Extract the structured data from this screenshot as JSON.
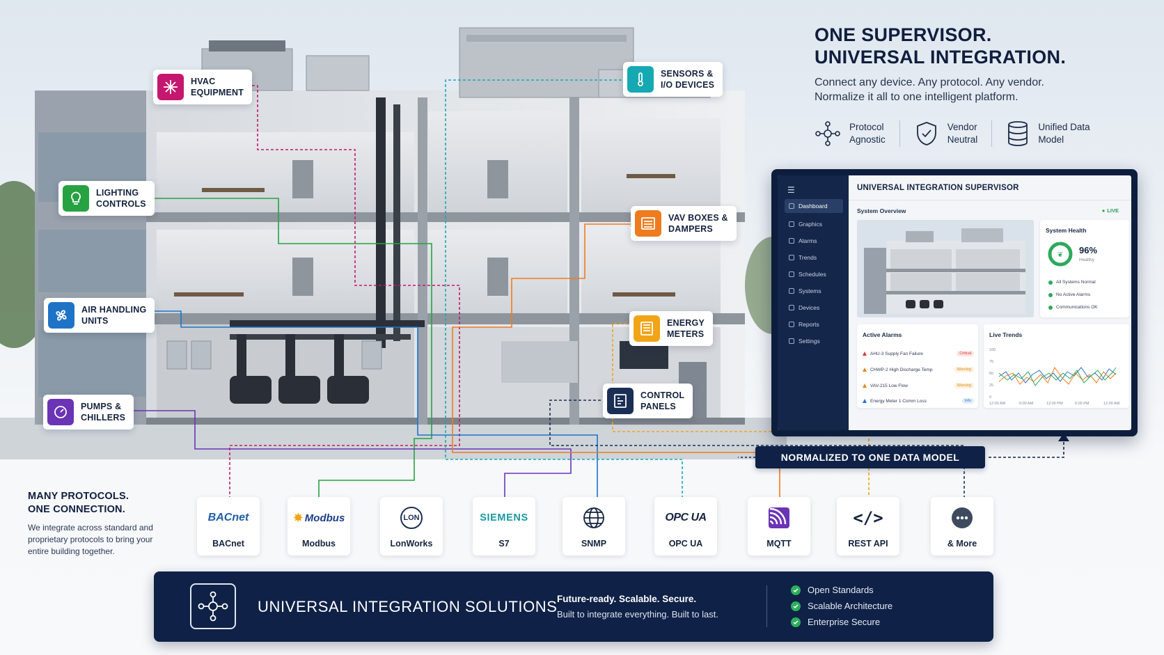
{
  "headline": {
    "title_line1": "ONE SUPERVISOR.",
    "title_line2": "UNIVERSAL INTEGRATION.",
    "sub_line1": "Connect any device. Any protocol. Any vendor.",
    "sub_line2": "Normalize it all to one intelligent platform."
  },
  "features": [
    {
      "label": "Protocol\nAgnostic",
      "icon": "network-hub-icon"
    },
    {
      "label": "Vendor\nNeutral",
      "icon": "shield-check-icon"
    },
    {
      "label": "Unified Data\nModel",
      "icon": "database-icon"
    }
  ],
  "callouts": {
    "hvac": {
      "label": "HVAC\nEquipment",
      "color": "#c5176f",
      "icon": "snowflake-icon"
    },
    "sensors": {
      "label": "Sensors &\nI/O Devices",
      "color": "#16a9b3",
      "icon": "thermometer-icon"
    },
    "lighting": {
      "label": "Lighting\nControls",
      "color": "#27a243",
      "icon": "lightbulb-icon"
    },
    "vav": {
      "label": "VAV Boxes &\nDampers",
      "color": "#ee7c1f",
      "icon": "damper-icon"
    },
    "ahu": {
      "label": "Air Handling\nUnits",
      "color": "#1f73c7",
      "icon": "fan-icon"
    },
    "energy": {
      "label": "Energy\nMeters",
      "color": "#f2a417",
      "icon": "meter-icon"
    },
    "control": {
      "label": "Control\nPanels",
      "color": "#1b2f56",
      "icon": "panel-icon"
    },
    "pumps": {
      "label": "Pumps &\nChillers",
      "color": "#6a34b5",
      "icon": "gauge-icon"
    }
  },
  "dashboard": {
    "title": "UNIVERSAL INTEGRATION SUPERVISOR",
    "overview_label": "System Overview",
    "live_label": "LIVE",
    "menu": [
      "Dashboard",
      "Graphics",
      "Alarms",
      "Trends",
      "Schedules",
      "Systems",
      "Devices",
      "Reports",
      "Settings"
    ],
    "health": {
      "title": "System Health",
      "percent": "96%",
      "percent_value": 96,
      "status": "Healthy",
      "items": [
        "All Systems Normal",
        "No Active Alarms",
        "Communications OK"
      ]
    },
    "alarms": {
      "title": "Active Alarms",
      "items": [
        {
          "text": "AHU-3 Supply Fan Failure",
          "level": "Critical",
          "color": "#d93a3a",
          "bg": "#fde4e4"
        },
        {
          "text": "CHWP-2 High Discharge Temp",
          "level": "Warning",
          "color": "#e08b1f",
          "bg": "#fdf0dd"
        },
        {
          "text": "VAV-215 Low Flow",
          "level": "Warning",
          "color": "#e08b1f",
          "bg": "#fdf0dd"
        },
        {
          "text": "Energy Meter 1 Comm Loss",
          "level": "Info",
          "color": "#2b73c9",
          "bg": "#e1ecfa"
        }
      ]
    },
    "trends": {
      "title": "Live Trends",
      "y_ticks": [
        "100",
        "75",
        "50",
        "25",
        "0"
      ],
      "x_ticks": [
        "12:00 AM",
        "6:00 AM",
        "12:00 PM",
        "6:00 PM",
        "12:00 AM"
      ]
    }
  },
  "normalized_label": "NORMALIZED TO ONE DATA MODEL",
  "many": {
    "title_line1": "MANY PROTOCOLS.",
    "title_line2": "ONE CONNECTION.",
    "body": "We integrate across standard and proprietary protocols to bring your entire building together."
  },
  "protocols": [
    {
      "name": "BACnet",
      "logo": "BACnet"
    },
    {
      "name": "Modbus",
      "logo": "Modbus"
    },
    {
      "name": "LonWorks",
      "logo": "LON"
    },
    {
      "name": "S7",
      "logo": "SIEMENS"
    },
    {
      "name": "SNMP",
      "logo": "globe-icon"
    },
    {
      "name": "OPC UA",
      "logo": "OPC UA"
    },
    {
      "name": "MQTT",
      "logo": "mqtt-icon"
    },
    {
      "name": "REST API",
      "logo": "</>"
    },
    {
      "name": "& More",
      "logo": "more-icon"
    }
  ],
  "banner": {
    "title": "UNIVERSAL INTEGRATION SOLUTIONS",
    "tagline": "Future-ready. Scalable. Secure.",
    "subline": "Built to integrate everything. Built to last.",
    "checks": [
      "Open Standards",
      "Scalable Architecture",
      "Enterprise Secure"
    ]
  },
  "colors": {
    "navy": "#0f2146",
    "accent_green": "#2fae5e"
  }
}
